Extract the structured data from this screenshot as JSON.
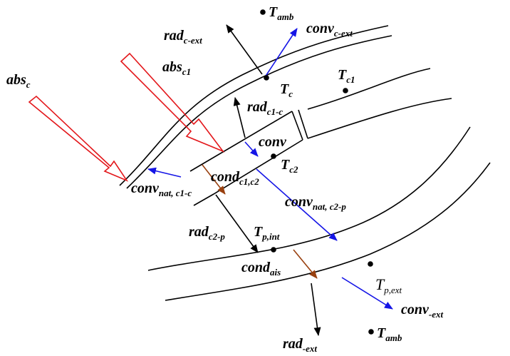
{
  "colors": {
    "surface": "#000000",
    "radiation": "#000000",
    "convection": "#1515e6",
    "conduction": "#99400f",
    "solar_absorption": "#e3171b"
  },
  "labels": {
    "t_amb_top": {
      "main": "T",
      "sub": "amb"
    },
    "rad_c_ext": {
      "main": "rad",
      "sub": "c-ext"
    },
    "conv_c_ext": {
      "main": "conv",
      "sub": "c-ext"
    },
    "abs_c1": {
      "main": "abs",
      "sub": "c1"
    },
    "abs_c": {
      "main": "abs",
      "sub": "c"
    },
    "t_c": {
      "main": "T",
      "sub": "c"
    },
    "t_c1": {
      "main": "T",
      "sub": "c1"
    },
    "rad_c1_c": {
      "main": "rad",
      "sub": "c1-c"
    },
    "conv": {
      "main": "conv",
      "sub": ""
    },
    "t_c2": {
      "main": "T",
      "sub": "c2"
    },
    "cond_c1_c2": {
      "main": "cond",
      "sub": "c1,c2"
    },
    "conv_nat_c1_c": {
      "main": "conv",
      "sub": "nat, c1-c"
    },
    "conv_nat_c2_p": {
      "main": "conv",
      "sub": "nat, c2-p"
    },
    "rad_c2_p": {
      "main": "rad",
      "sub": "c2-p"
    },
    "t_p_int": {
      "main": "T",
      "sub": "p,int"
    },
    "cond_ais": {
      "main": "cond",
      "sub": "ais"
    },
    "t_p_ext": {
      "main": "T",
      "sub": "p,ext"
    },
    "conv_ext": {
      "main": "conv",
      "sub": "-ext"
    },
    "t_amb_bottom": {
      "main": "T",
      "sub": "amb"
    },
    "rad_ext": {
      "main": "rad",
      "sub": "-ext"
    }
  }
}
